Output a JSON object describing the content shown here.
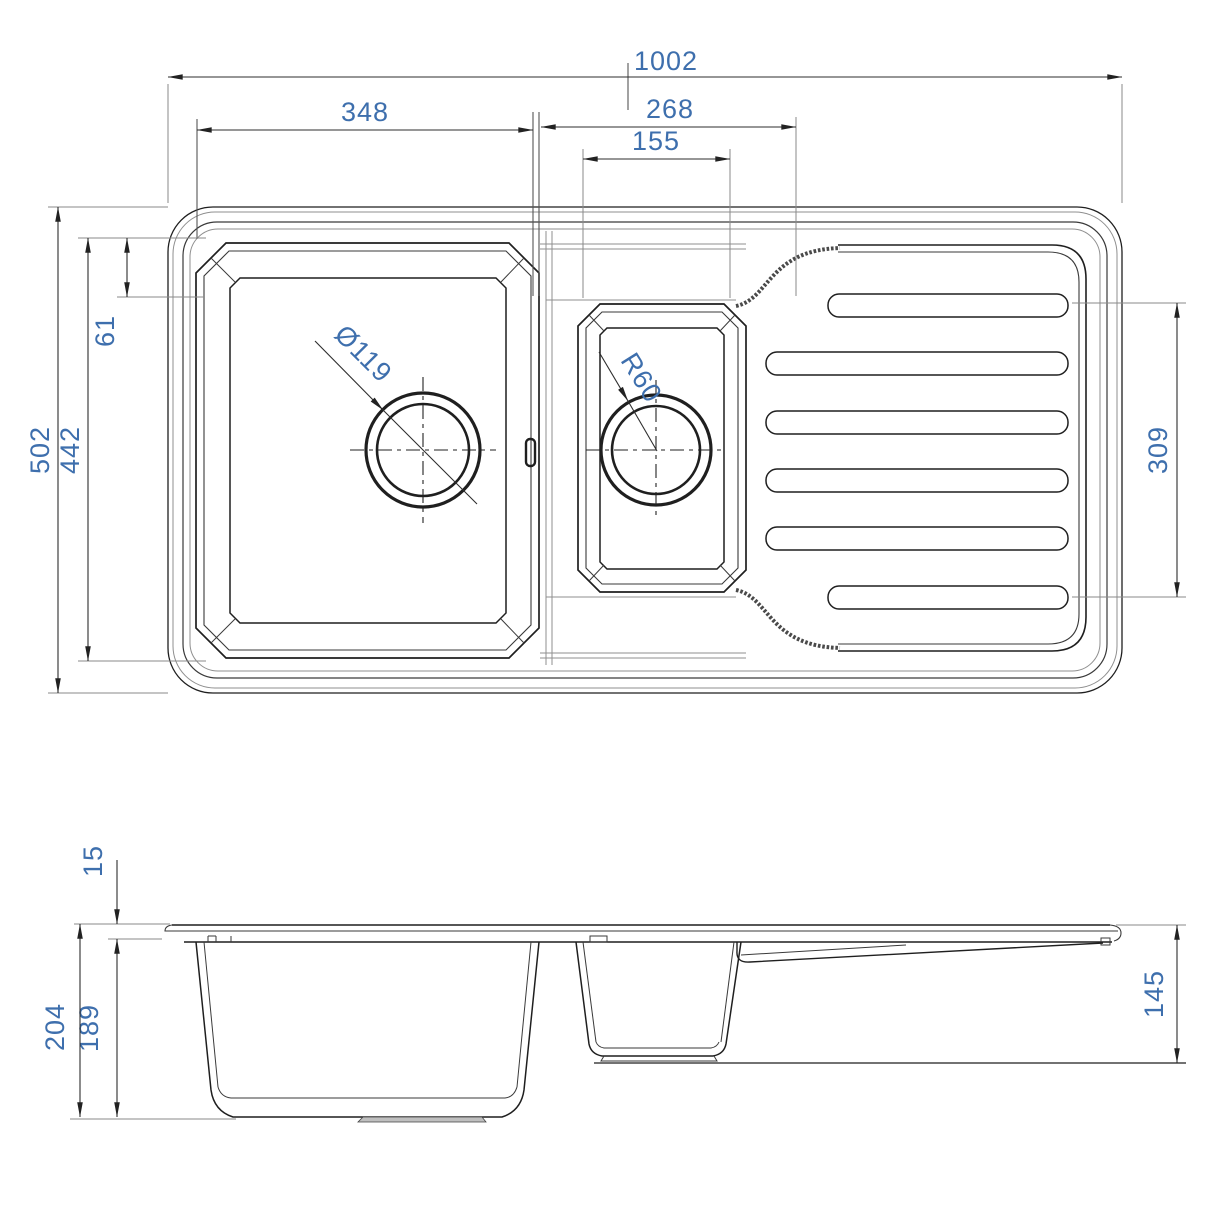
{
  "drawing": {
    "background": "#ffffff",
    "line_color": "#1f1f1f",
    "secondary_line_color": "#8a8a8a",
    "dim_text_color": "#3e6fad",
    "plan_view": {
      "dims": {
        "overall_width": "1002",
        "main_bowl_width": "348",
        "half_bowl_section_width": "268",
        "half_bowl_width": "155",
        "overall_depth": "502",
        "inner_width": "442",
        "drainer_offset": "61",
        "drainer_grooves_length": "309",
        "main_waste_diameter": "Ø119",
        "half_bowl_radius": "R60"
      }
    },
    "side_view": {
      "dims": {
        "rim_height": "15",
        "overall_height": "204",
        "bowl_depth": "189",
        "drainer_end_depth": "145"
      }
    }
  }
}
